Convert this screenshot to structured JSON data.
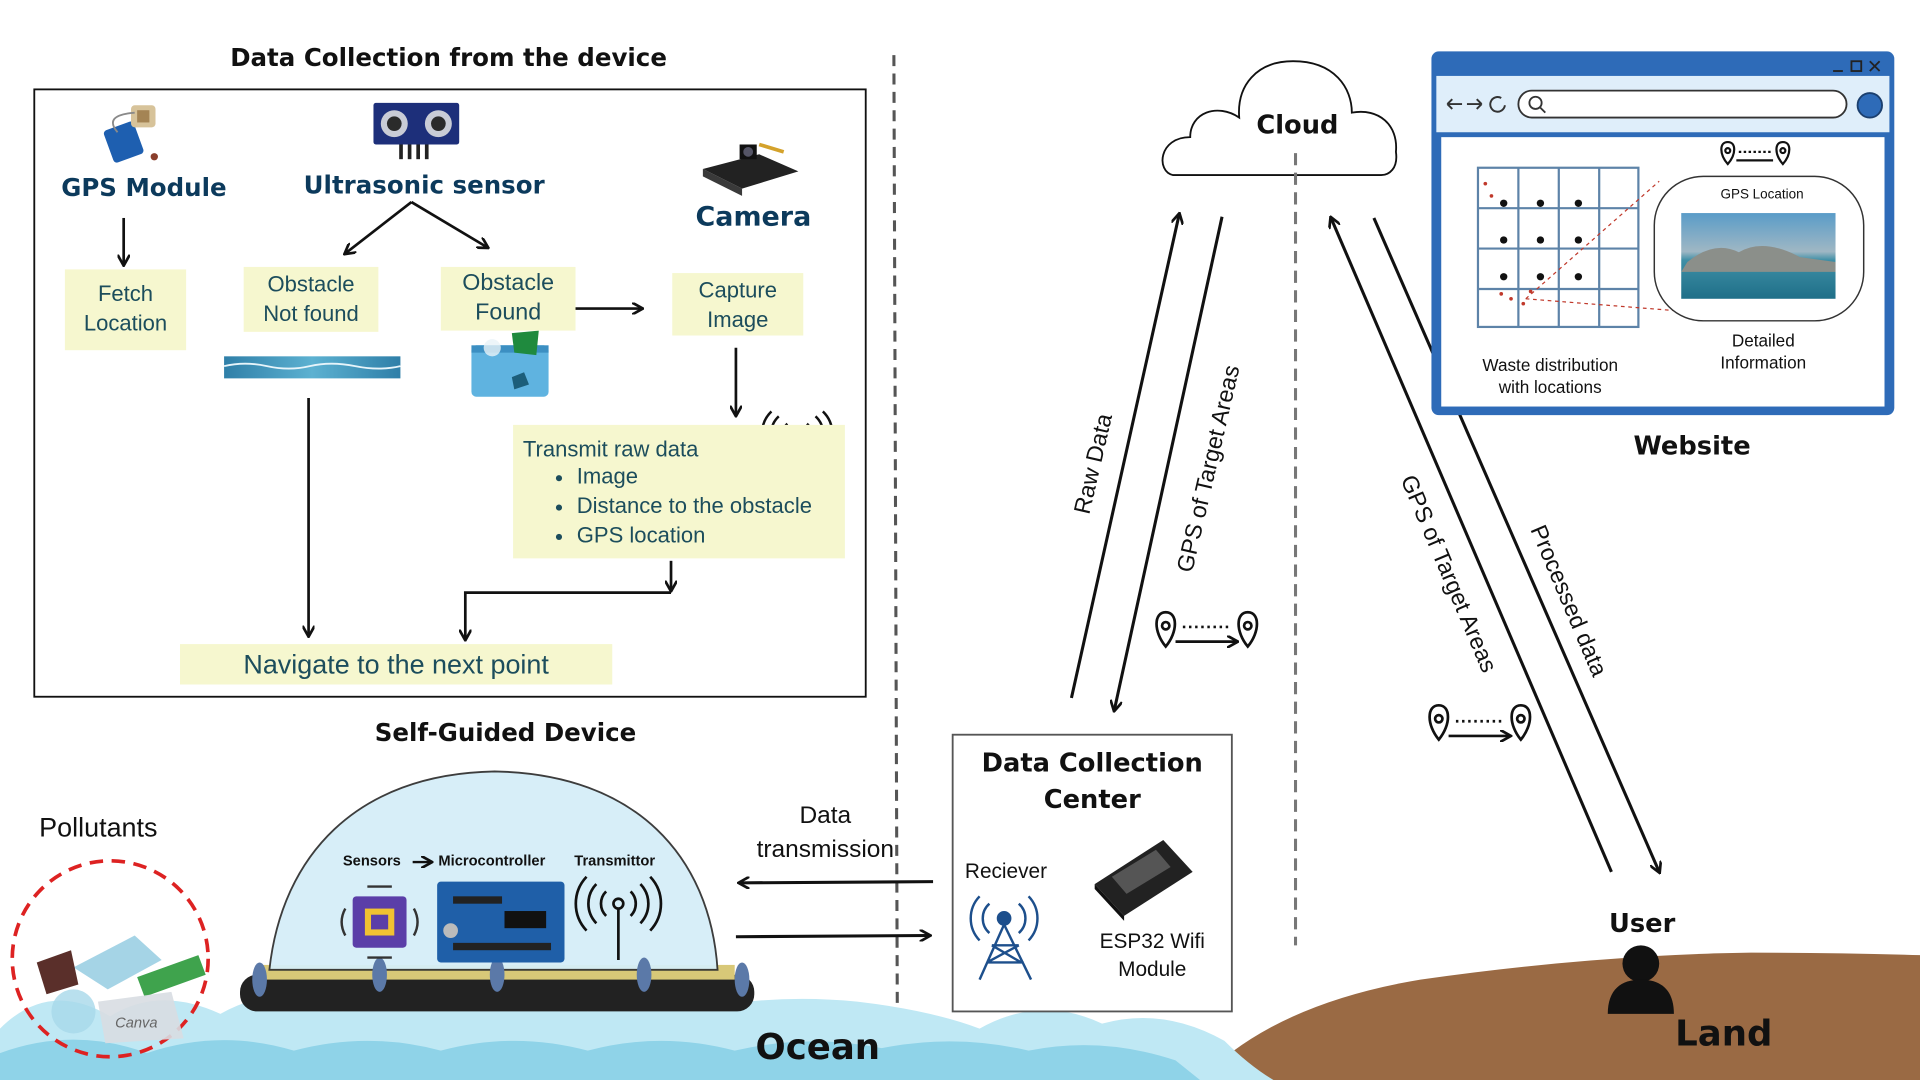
{
  "device_panel": {
    "title": "Data Collection from the device",
    "gps_module": "GPS Module",
    "ultrasonic": "Ultrasonic sensor",
    "camera": "Camera",
    "fetch_location": [
      "Fetch",
      "Location"
    ],
    "obstacle_not_found": [
      "Obstacle",
      "Not found"
    ],
    "obstacle_found": [
      "Obstacle",
      "Found"
    ],
    "capture_image": [
      "Capture",
      "Image"
    ],
    "transmit_title": "Transmit raw data",
    "transmit_items": [
      "Image",
      "Distance to the obstacle",
      "GPS location"
    ],
    "navigate": "Navigate to the next point"
  },
  "device": {
    "title": "Self-Guided Device",
    "sensors": "Sensors",
    "microcontroller": "Microcontroller",
    "transmitter": "Transmittor"
  },
  "pollutants": {
    "label": "Pollutants",
    "watermark": "Canva"
  },
  "ocean": "Ocean",
  "land": "Land",
  "user": "User",
  "data_transmission": [
    "Data",
    "transmission"
  ],
  "center": {
    "title": [
      "Data Collection",
      "Center"
    ],
    "receiver": "Reciever",
    "esp": [
      "ESP32 Wifi",
      "Module"
    ]
  },
  "cloud": "Cloud",
  "arrows": {
    "raw_data": "Raw Data",
    "gps_targets_left": "GPS of Target Areas",
    "gps_targets_right": "GPS of Target Areas",
    "processed": "Processed data"
  },
  "website": {
    "title": "Website",
    "gps_location": "GPS Location",
    "detailed": [
      "Detailed",
      "Information"
    ],
    "waste": [
      "Waste distribution",
      "with locations"
    ]
  },
  "colors": {
    "accent_navy": "#0c3a5c",
    "box_fill": "#f6f7cf",
    "browser_blue": "#2e6bb8",
    "land": "#9a6a44",
    "water": "#9fd9ea"
  }
}
